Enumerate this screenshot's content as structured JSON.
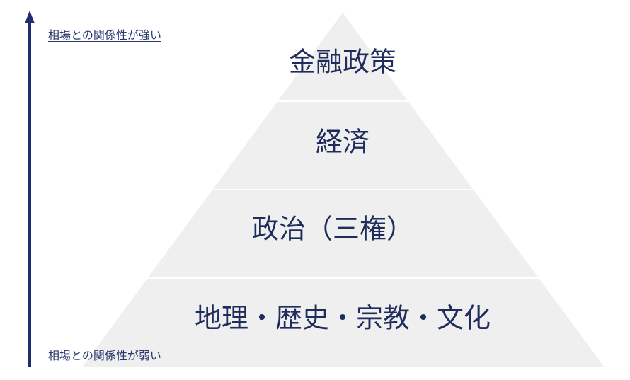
{
  "axis": {
    "top_label": "相場との関係性が強い",
    "bottom_label": "相場との関係性が弱い",
    "arrow_color": "#1f2d6e"
  },
  "pyramid": {
    "fill_color": "#efefef",
    "divider_color": "#ffffff",
    "text_color": "#1f2d5c",
    "tiers": [
      {
        "label": "金融政策"
      },
      {
        "label": "経済"
      },
      {
        "label": "政治（三権）"
      },
      {
        "label": "地理・歴史・宗教・文化"
      }
    ]
  }
}
